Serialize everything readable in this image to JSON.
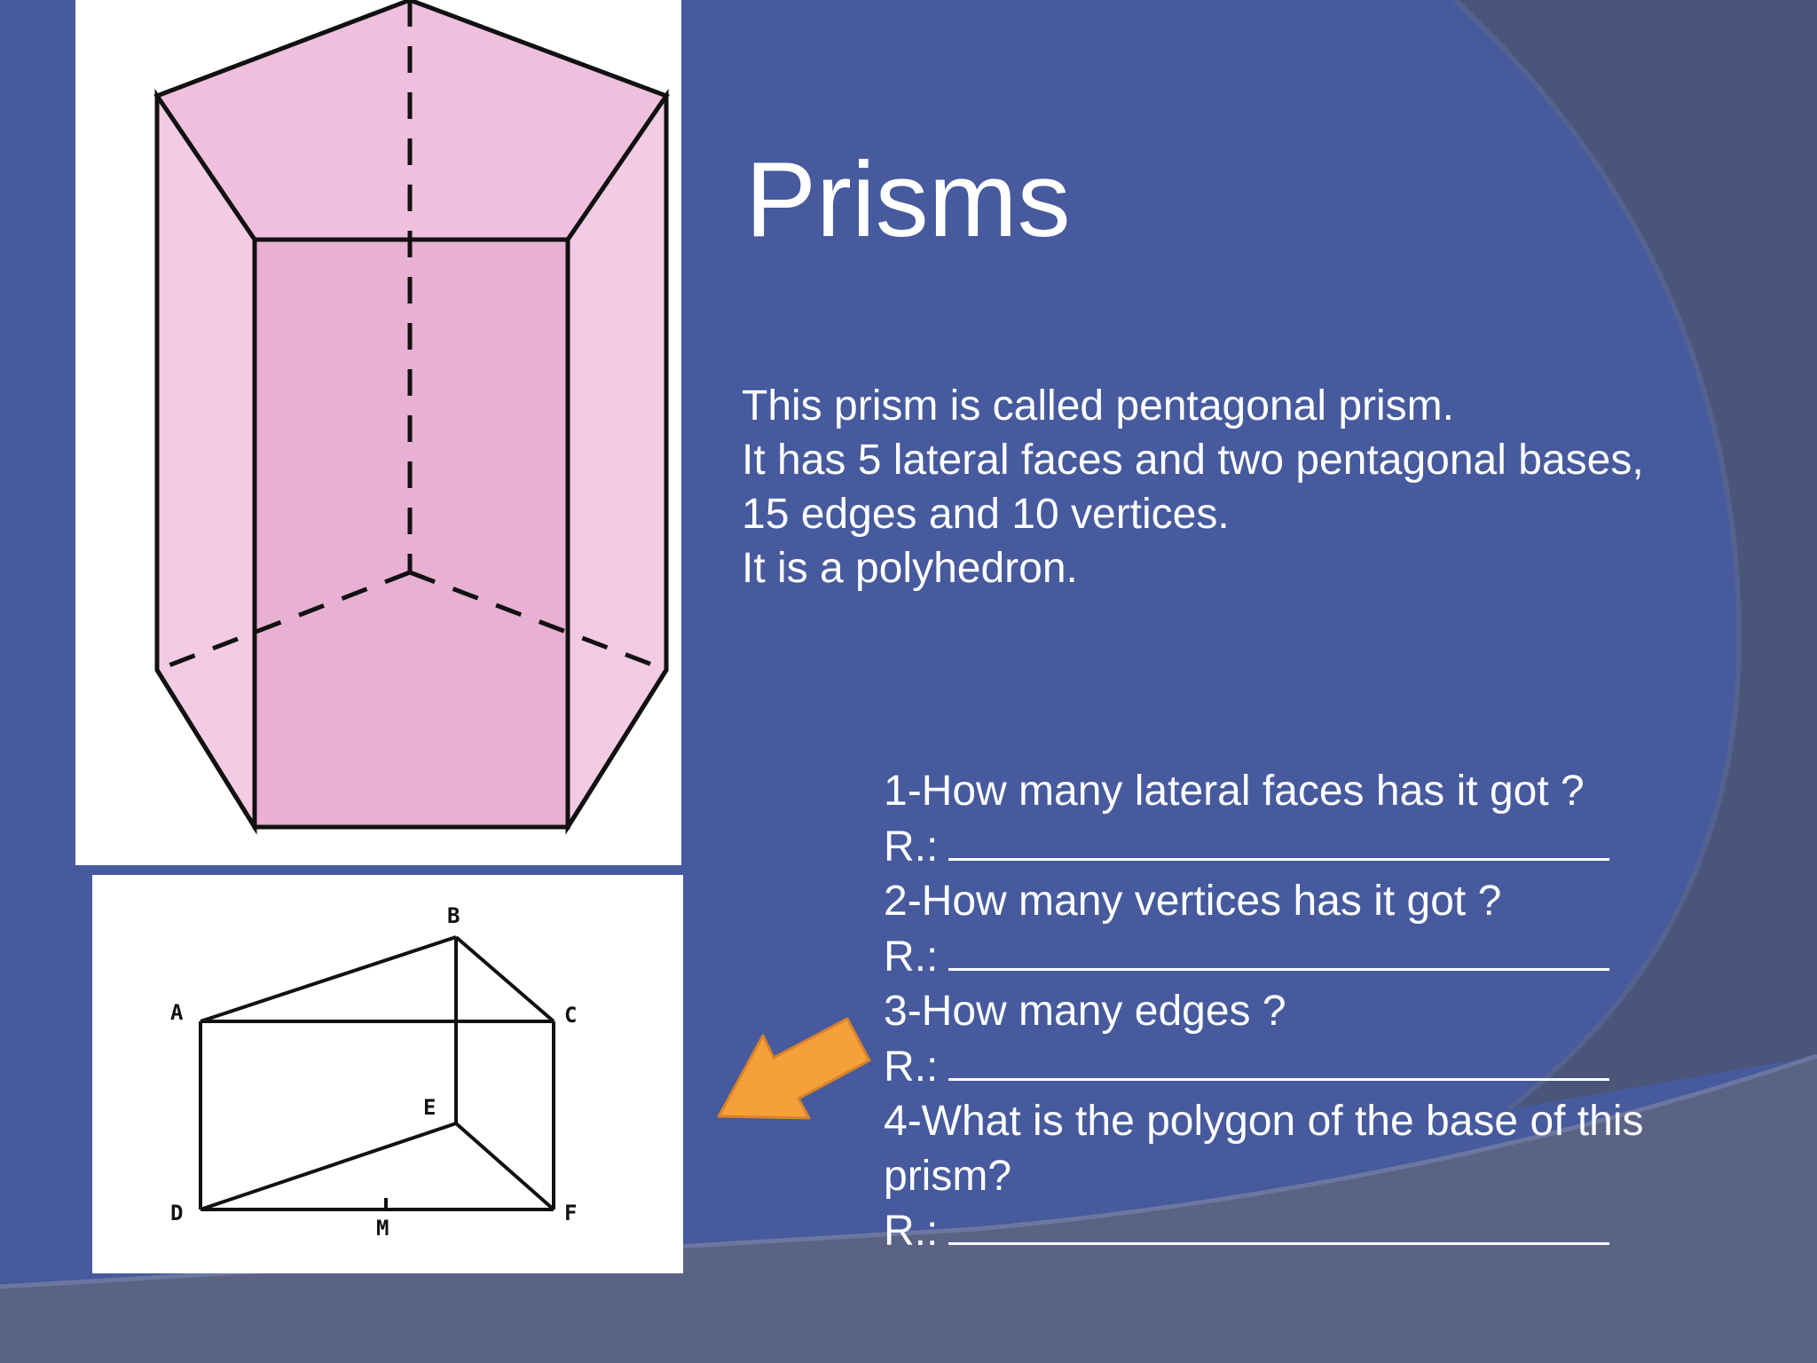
{
  "title": "Prisms",
  "description": [
    "This prism is called pentagonal prism.",
    "It has 5 lateral faces and two pentagonal bases,",
    "15 edges and 10 vertices.",
    "It is a polyhedron."
  ],
  "questions": {
    "q1": "1-How many lateral faces has it got ?",
    "q2": "2-How many vertices has it got ?",
    "q3": "3-How many edges ?",
    "q4_line1": "4-What is the polygon of the base of this",
    "q4_line2": "prism?",
    "answer_prefix": "R.:"
  },
  "diagram_labels": {
    "a": "A",
    "b": "B",
    "c": "C",
    "d": "D",
    "e": "E",
    "f": "F",
    "m": "M"
  },
  "colors": {
    "background": "#465a9d",
    "dark_swoosh": "#4a5678",
    "prism_face": "#f0bfdd",
    "prism_front_face": "#e8b0d2",
    "arrow": "#f5a03a",
    "text": "#ffffff"
  },
  "icons": {
    "pointer": "arrow-down-left-icon"
  }
}
